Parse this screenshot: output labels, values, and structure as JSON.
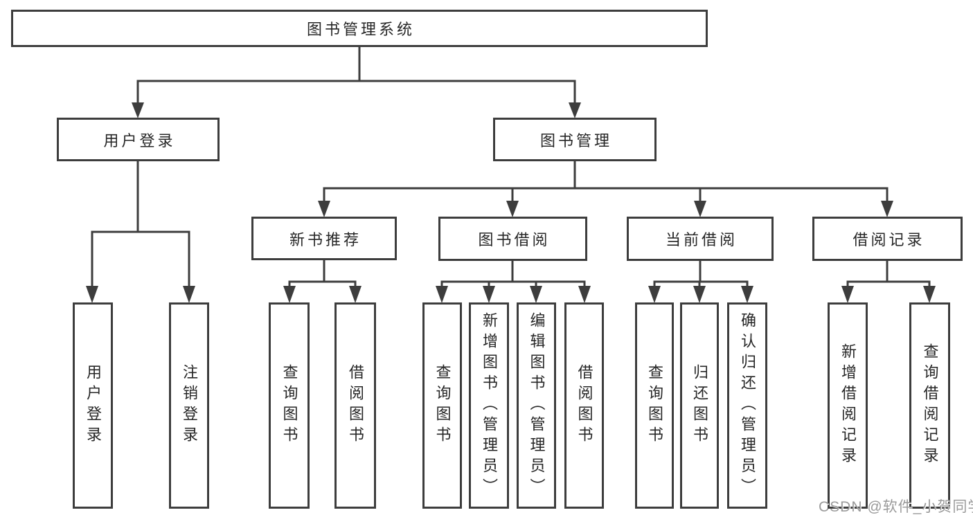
{
  "diagram": {
    "title": "图书管理系统",
    "root": {
      "label": "图书管理系统"
    },
    "branches": [
      {
        "label": "用户登录",
        "children": [
          "用户登录",
          "注销登录"
        ]
      },
      {
        "label": "图书管理",
        "children": [
          {
            "label": "新书推荐",
            "children": [
              "查询图书",
              "借阅图书"
            ]
          },
          {
            "label": "图书借阅",
            "children": [
              "查询图书",
              "新增图书（管理员）",
              "编辑图书（管理员）",
              "借阅图书"
            ]
          },
          {
            "label": "当前借阅",
            "children": [
              "查询图书",
              "归还图书",
              "确认归还（管理员）"
            ]
          },
          {
            "label": "借阅记录",
            "children": [
              "新增借阅记录",
              "查询借阅记录"
            ]
          }
        ]
      }
    ]
  },
  "watermark": {
    "text": "CSDN @软件_小贺同学"
  },
  "colors": {
    "line": "#3d3d3d",
    "box_border": "#3d3d3d",
    "text": "#262626",
    "box_background": "#ffffff",
    "page_background": "#ffffff",
    "watermark": "#9a9a9a"
  }
}
